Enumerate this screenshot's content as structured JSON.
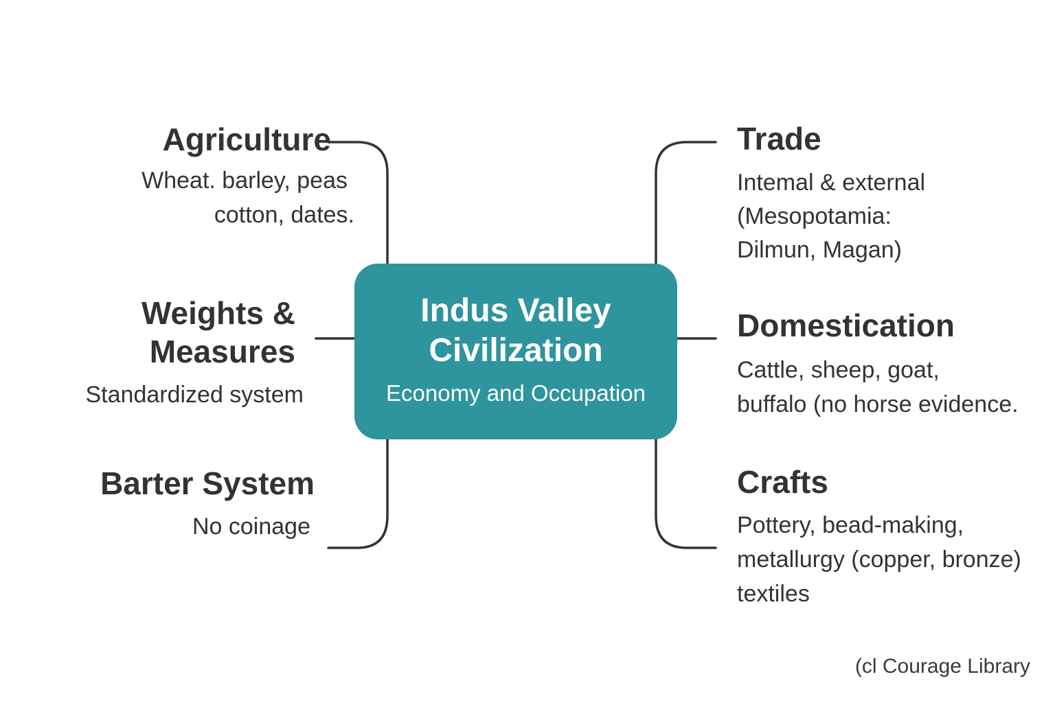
{
  "center": {
    "title": "Indus Valley Civilization",
    "subtitle": "Economy and Occupation",
    "color": "#2e949e"
  },
  "nodes": {
    "agriculture": {
      "title": "Agriculture",
      "lines": [
        "Wheat. barley, peas",
        "cotton, dates."
      ]
    },
    "weights": {
      "title_lines": [
        "Weights &",
        "Measures"
      ],
      "desc": "Standardized system"
    },
    "barter": {
      "title": "Barter System",
      "desc": "No coinage"
    },
    "trade": {
      "title": "Trade",
      "lines": [
        "Intemal & external",
        "(Mesopotamia:",
        "Dilmun, Magan)"
      ]
    },
    "domestication": {
      "title": "Domestication",
      "lines": [
        "Cattle, sheep, goat,",
        "buffalo (no horse evidence."
      ]
    },
    "crafts": {
      "title": "Crafts",
      "lines": [
        "Pottery, bead-making,",
        "metallurgy (copper, bronze)",
        "textiles"
      ]
    }
  },
  "footer": {
    "copyright": "(cl Courage Library"
  }
}
